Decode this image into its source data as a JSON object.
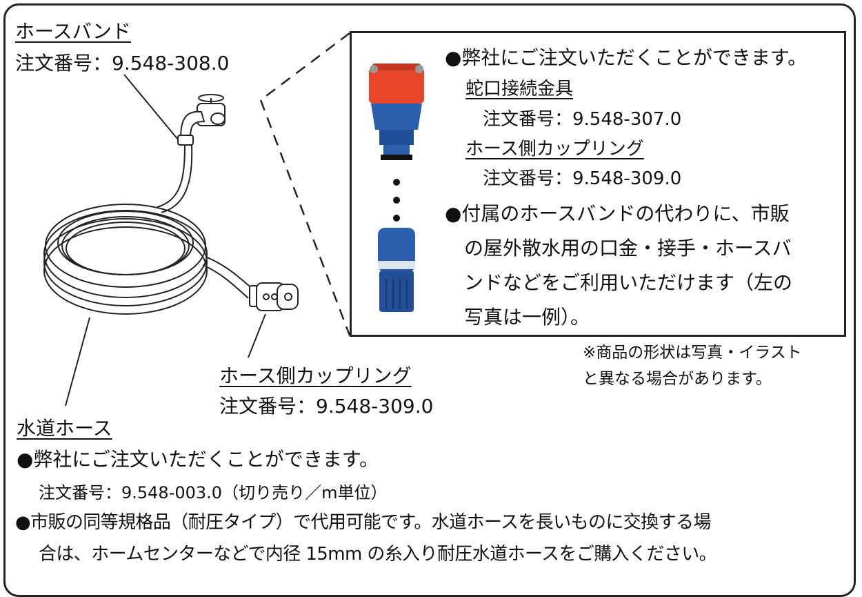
{
  "hose_band": {
    "title": "ホースバンド",
    "order": "注文番号：9.548-308.0"
  },
  "inset": {
    "available": "●弊社にご注文いただくことができます。",
    "faucet_title": "蛇口接続金具",
    "faucet_order": "注文番号：9.548-307.0",
    "coupling_title": "ホース側カップリング",
    "coupling_order": "注文番号：9.548-309.0",
    "note_lines": [
      "●付属のホースバンドの代わりに、市販",
      "の屋外散水用の口金・接手・ホースバ",
      "ンドなどをご利用いただけます（左の",
      "写真は一例）。"
    ]
  },
  "disclaimer_lines": [
    "※商品の形状は写真・イラスト",
    "と異なる場合があります。"
  ],
  "hose_coupling": {
    "title": "ホース側カップリング",
    "order": "注文番号：9.548-309.0"
  },
  "water_hose": {
    "title": "水道ホース",
    "available": "●弊社にご注文いただくことができます。",
    "order": "注文番号：9.548-003.0（切り売り／m単位）",
    "substitute_lines": [
      "●市販の同等規格品（耐圧タイプ）で代用可能です。水道ホースを長いものに交換する場",
      "合は、ホームセンターなどで内径 15mm の糸入り耐圧水道ホースをご購入ください。"
    ]
  },
  "colors": {
    "cap_red": "#e8462a",
    "body_blue": "#2b5fae",
    "line": "#222222"
  }
}
